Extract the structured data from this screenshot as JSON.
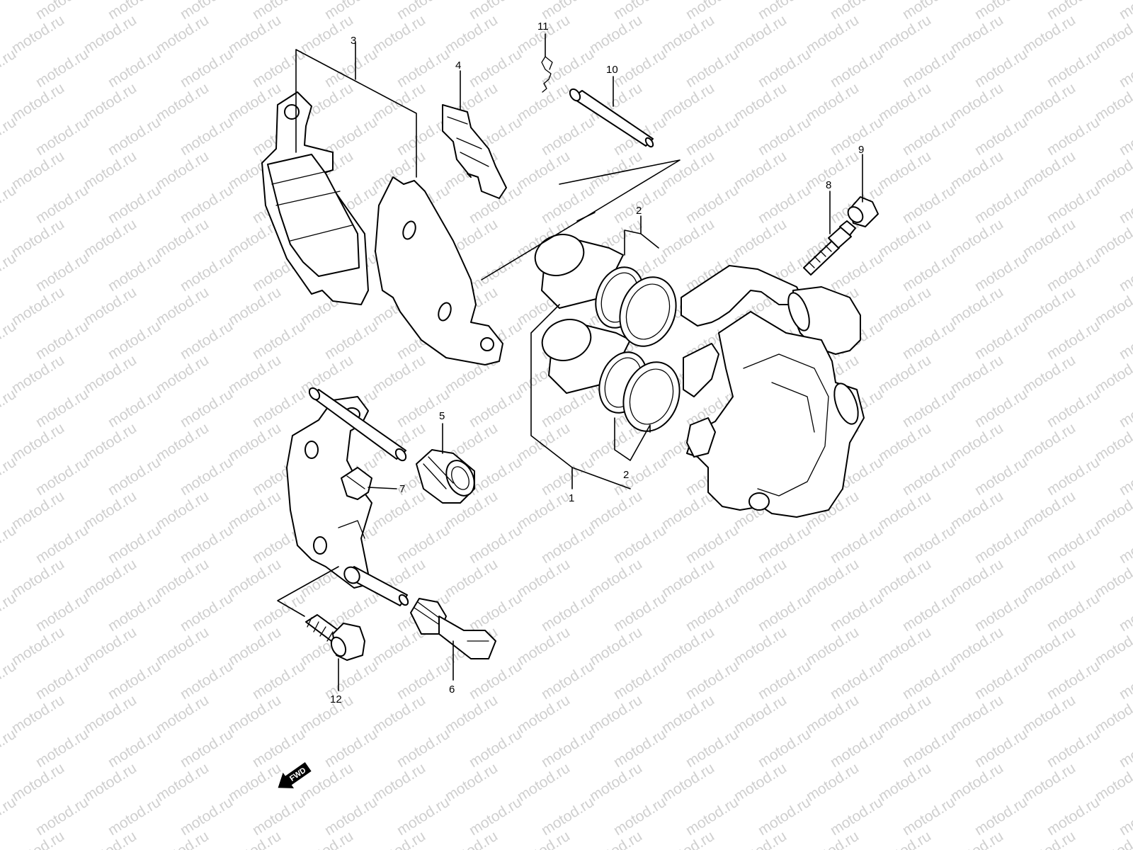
{
  "watermark": {
    "text": "motod.ru"
  },
  "fwd": {
    "label": "FWD"
  },
  "callouts": [
    {
      "id": "1",
      "label": "1"
    },
    {
      "id": "2a",
      "label": "2"
    },
    {
      "id": "2b",
      "label": "2"
    },
    {
      "id": "3",
      "label": "3"
    },
    {
      "id": "4",
      "label": "4"
    },
    {
      "id": "5",
      "label": "5"
    },
    {
      "id": "6",
      "label": "6"
    },
    {
      "id": "7",
      "label": "7"
    },
    {
      "id": "8",
      "label": "8"
    },
    {
      "id": "9",
      "label": "9"
    },
    {
      "id": "10",
      "label": "10"
    },
    {
      "id": "11",
      "label": "11"
    },
    {
      "id": "12",
      "label": "12"
    }
  ]
}
